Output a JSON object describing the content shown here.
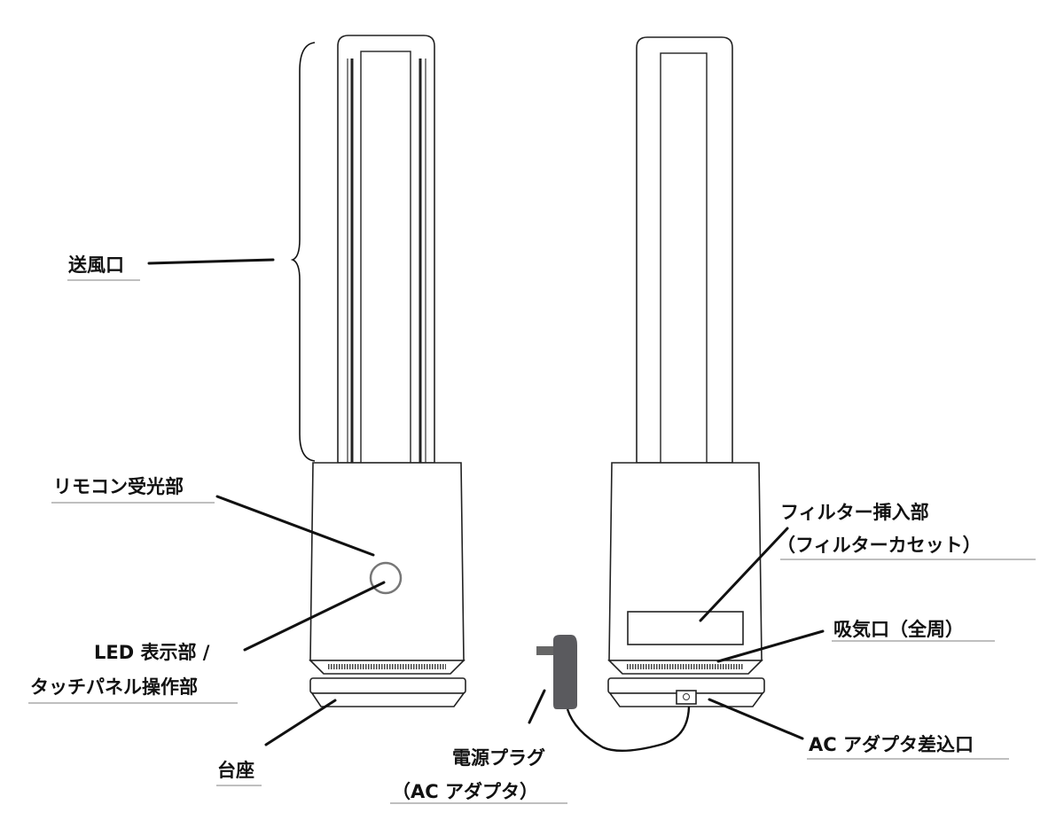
{
  "labels": {
    "outlet": "送風口",
    "remote_receiver": "リモコン受光部",
    "led_display": "LED 表示部 /",
    "touch_panel": "タッチパネル操作部",
    "base": "台座",
    "power_plug": "電源プラグ",
    "ac_adapter": "（AC アダプタ）",
    "filter_slot": "フィルター挿入部",
    "filter_cassette": "（フィルターカセット）",
    "intake": "吸気口（全周）",
    "adapter_port": "AC アダプタ差込口"
  },
  "colors": {
    "line": "#111111",
    "adapter": "#5a5a5e",
    "underline": "#999999"
  }
}
